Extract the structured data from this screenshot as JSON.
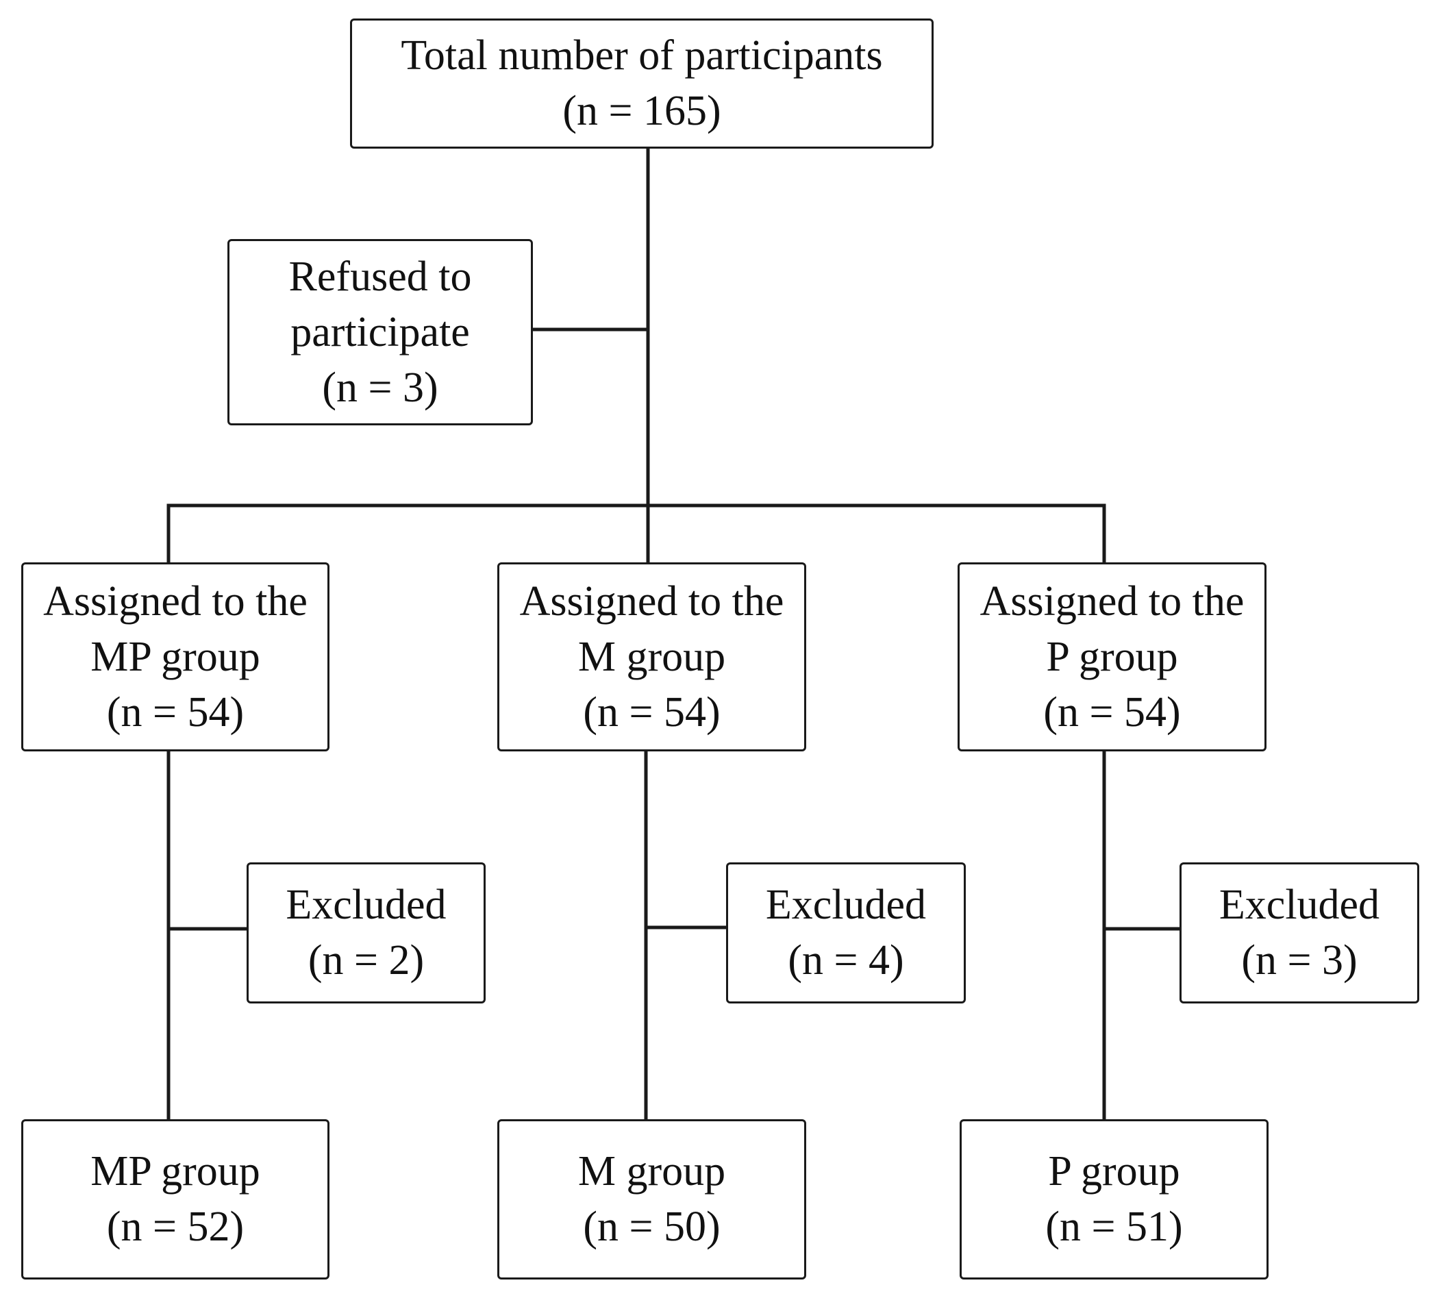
{
  "flowchart": {
    "total": {
      "label": "Total number of participants",
      "count": "(n = 165)"
    },
    "refused": {
      "label_line1": "Refused to",
      "label_line2": "participate",
      "count": "(n = 3)"
    },
    "assigned": [
      {
        "label_line1": "Assigned to the",
        "label_line2": "MP group",
        "count": "(n = 54)"
      },
      {
        "label_line1": "Assigned to the",
        "label_line2": "M group",
        "count": "(n = 54)"
      },
      {
        "label_line1": "Assigned to the",
        "label_line2": "P group",
        "count": "(n = 54)"
      }
    ],
    "excluded": [
      {
        "label": "Excluded",
        "count": "(n = 2)"
      },
      {
        "label": "Excluded",
        "count": "(n = 4)"
      },
      {
        "label": "Excluded",
        "count": "(n = 3)"
      }
    ],
    "final": [
      {
        "label": "MP group",
        "count": "(n = 52)"
      },
      {
        "label": "M group",
        "count": "(n = 50)"
      },
      {
        "label": "P group",
        "count": "(n = 51)"
      }
    ]
  }
}
